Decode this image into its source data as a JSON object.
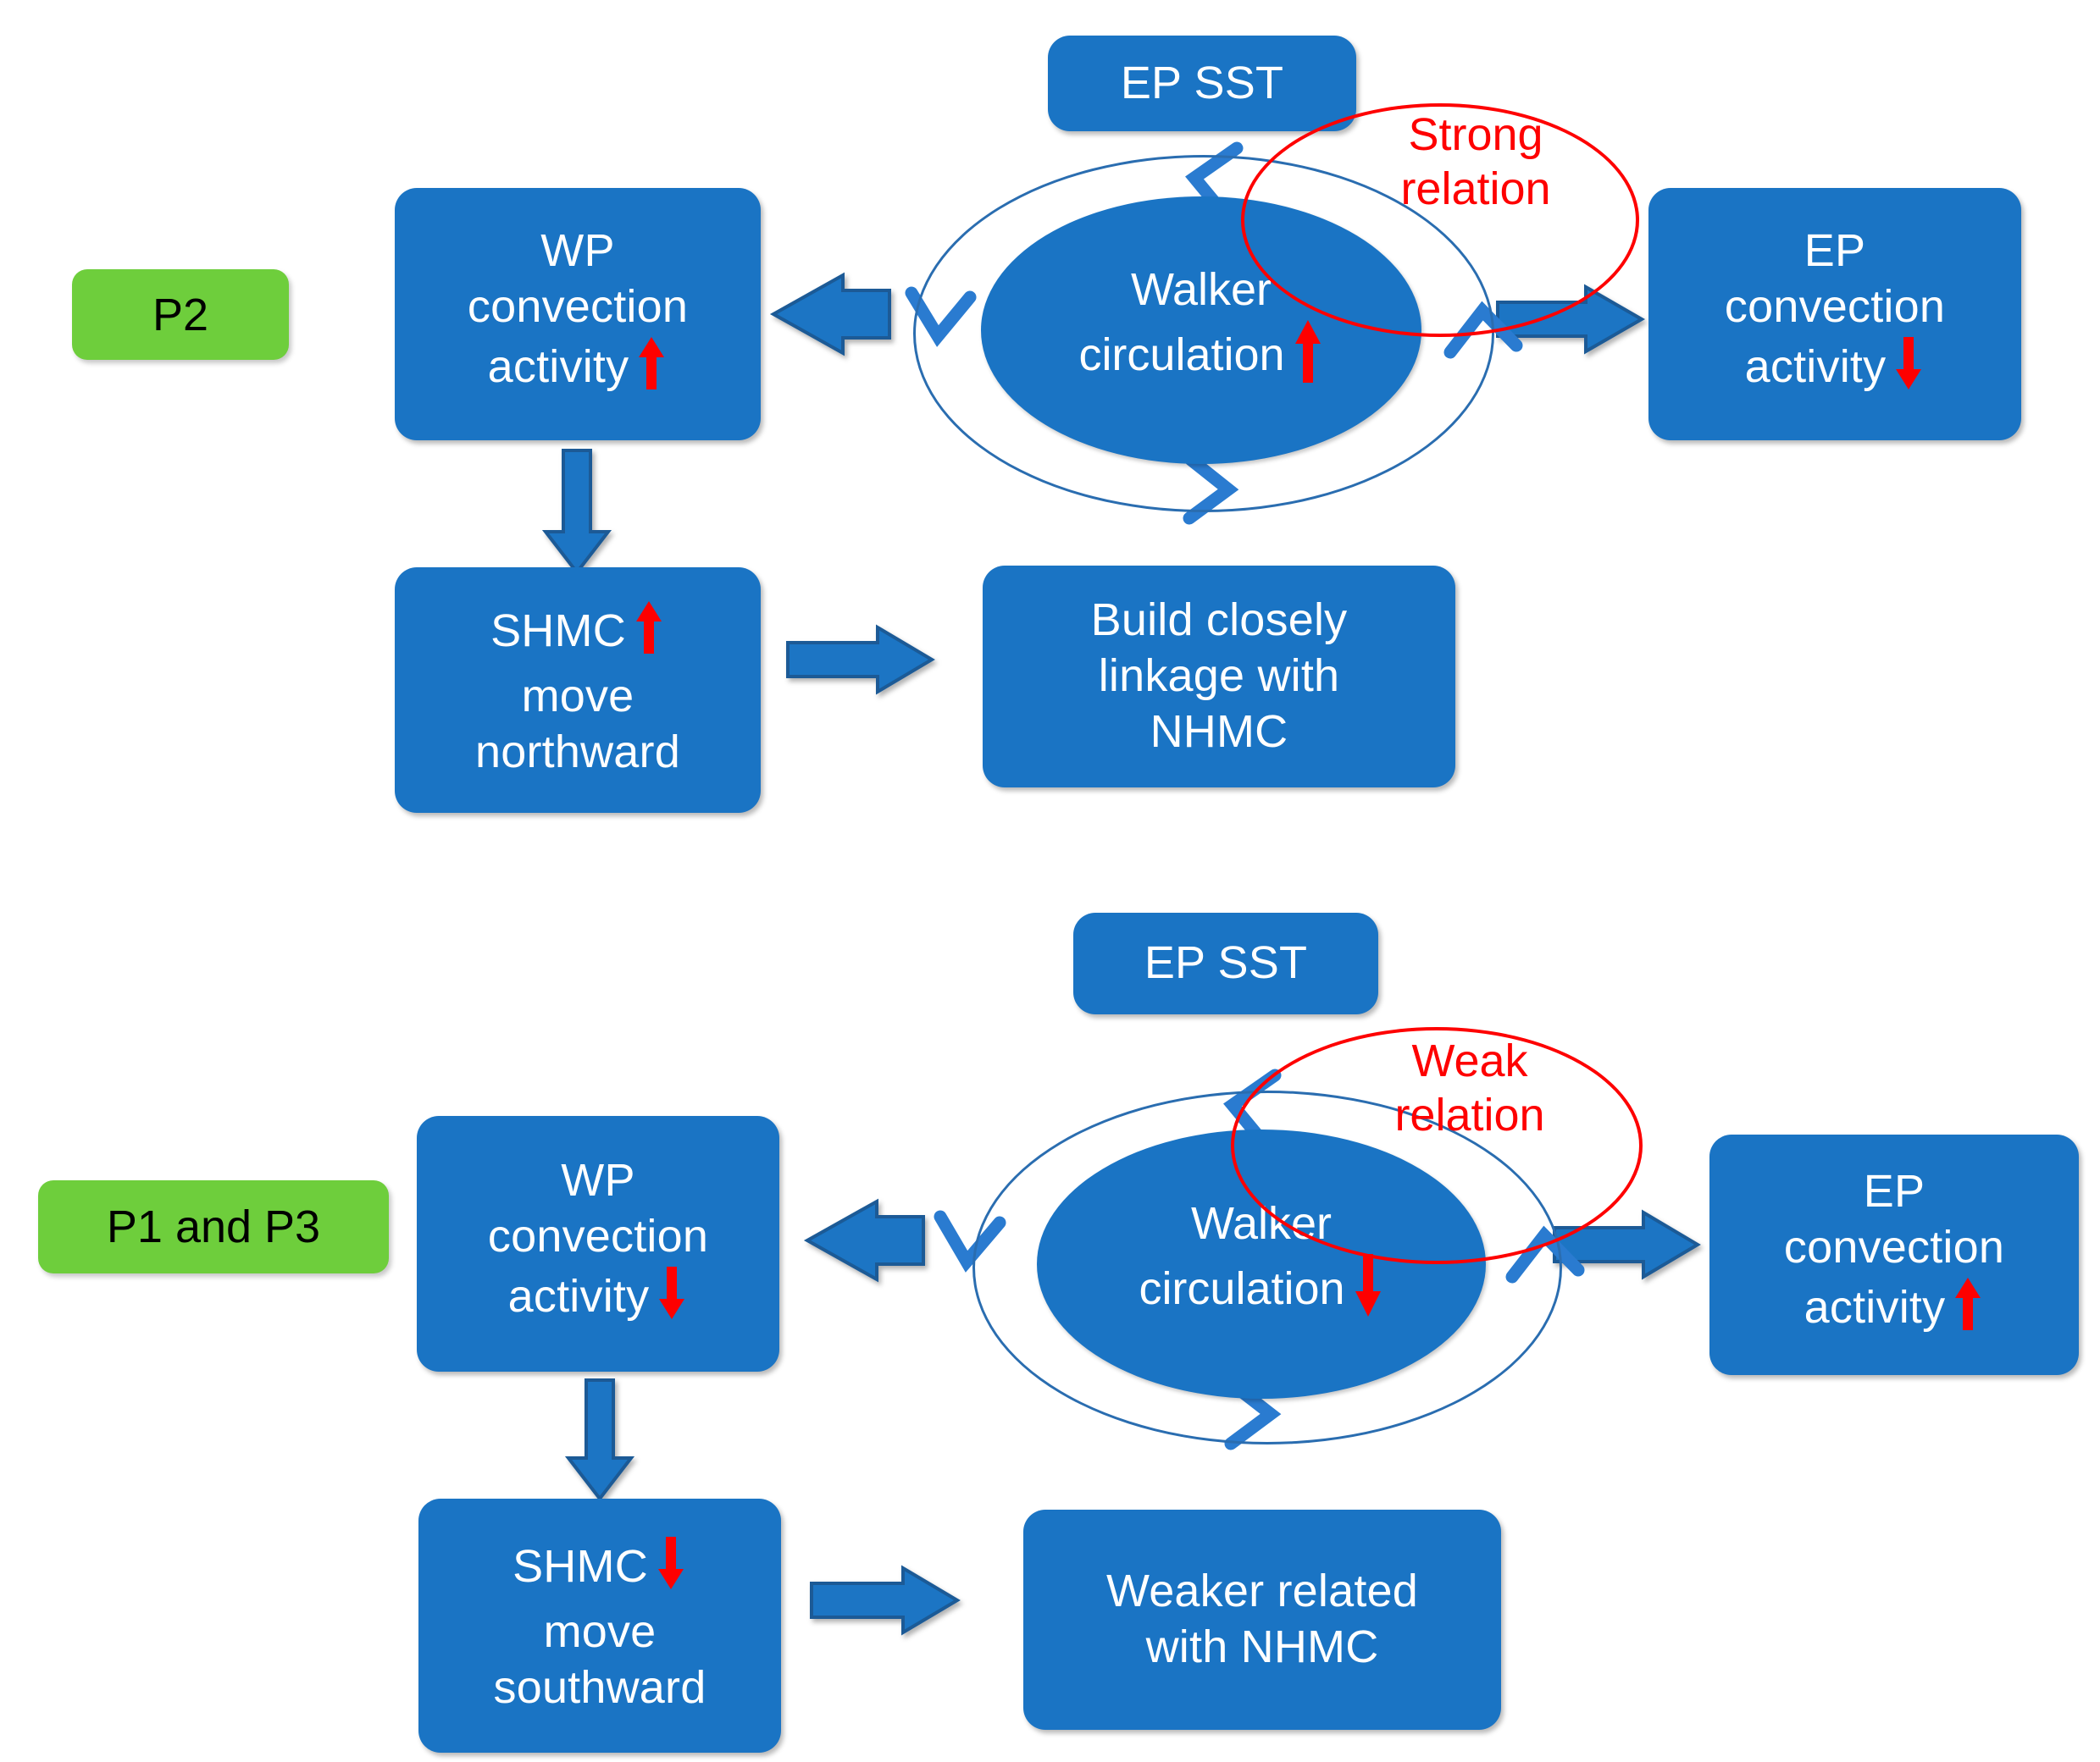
{
  "diagram": {
    "title": "Walker circulation / convection activity schematic",
    "colors": {
      "box_blue": "#1a74c4",
      "tag_green": "#6ece3c",
      "arrow_blue": "#2a6db0",
      "trend_red": "#fe0000",
      "ring_red": "#fe0000",
      "text_white": "#ffffff",
      "text_black": "#000000",
      "background": "#ffffff"
    },
    "panels": [
      {
        "id": "panel-top",
        "tag": "P2",
        "ep_sst": "EP SST",
        "relation_label": "Strong\nrelation",
        "relation_strength": "strong",
        "walker": {
          "line1": "Walker",
          "line2": "circulation",
          "trend": "up"
        },
        "wp_convection": {
          "line1": "WP",
          "line2": "convection",
          "line3": "activity",
          "trend": "up"
        },
        "ep_convection": {
          "line1": "EP",
          "line2": "convection",
          "line3": "activity",
          "trend": "down"
        },
        "shmc": {
          "line1": "SHMC",
          "line2": "move",
          "line3": "northward",
          "trend": "up"
        },
        "outcome": {
          "line1": "Build closely",
          "line2": "linkage with",
          "line3": "NHMC"
        }
      },
      {
        "id": "panel-bottom",
        "tag": "P1 and P3",
        "ep_sst": "EP SST",
        "relation_label": "Weak\nrelation",
        "relation_strength": "weak",
        "walker": {
          "line1": "Walker",
          "line2": "circulation",
          "trend": "down"
        },
        "wp_convection": {
          "line1": "WP",
          "line2": "convection",
          "line3": "activity",
          "trend": "down"
        },
        "ep_convection": {
          "line1": "EP",
          "line2": "convection",
          "line3": "activity",
          "trend": "up"
        },
        "shmc": {
          "line1": "SHMC",
          "line2": "move",
          "line3": "southward",
          "trend": "down"
        },
        "outcome": {
          "line1": "Weaker related",
          "line2": "with NHMC",
          "line3": ""
        }
      }
    ],
    "icons": {
      "trend_up": "up-arrow-icon",
      "trend_down": "down-arrow-icon",
      "flow_left": "left-block-arrow-icon",
      "flow_right": "right-block-arrow-icon",
      "flow_down": "down-block-arrow-icon",
      "circulation_loop": "circulation-loop-icon"
    }
  }
}
